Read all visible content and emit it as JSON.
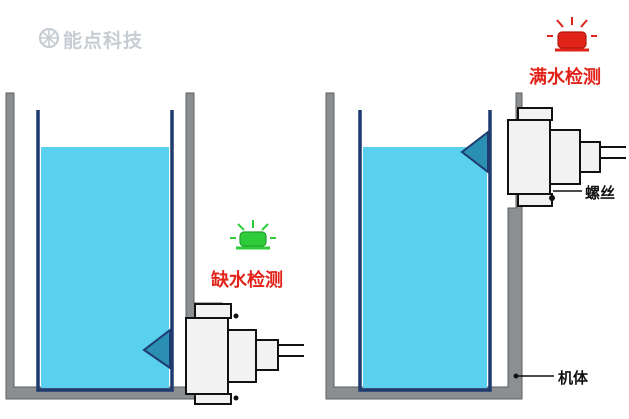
{
  "watermark": {
    "brand_text": "能点科技"
  },
  "left_panel": {
    "status_label": "缺水检测",
    "indicator_color": "#2ecc3a",
    "label_color": "#e2231a"
  },
  "right_panel": {
    "status_label": "满水检测",
    "indicator_color": "#e2231a",
    "label_color": "#e2231a",
    "callouts": {
      "screw": "螺丝",
      "body": "机体"
    }
  },
  "colors": {
    "wall": "#8c8f92",
    "tank": "#1e3a6e",
    "water": "#59d0ee",
    "sensor_body": "#f2f2f2",
    "sensor_tip": "#2a8fb2"
  }
}
